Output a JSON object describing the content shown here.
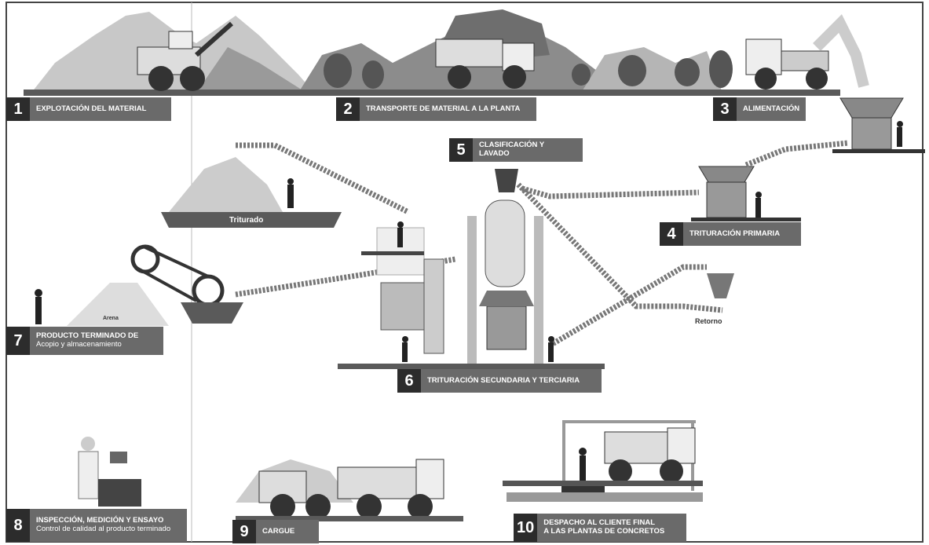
{
  "steps": [
    {
      "num": "1",
      "title": "EXPLOTACIÓN DEL MATERIAL",
      "sub": ""
    },
    {
      "num": "2",
      "title": "TRANSPORTE DE MATERIAL A LA PLANTA",
      "sub": ""
    },
    {
      "num": "3",
      "title": "ALIMENTACIÓN",
      "sub": ""
    },
    {
      "num": "4",
      "title": "TRITURACIÓN PRIMARIA",
      "sub": ""
    },
    {
      "num": "5",
      "title": "CLASIFICACIÓN Y LAVADO",
      "sub": ""
    },
    {
      "num": "6",
      "title": "TRITURACIÓN SECUNDARIA Y TERCIARIA",
      "sub": ""
    },
    {
      "num": "7",
      "title": "PRODUCTO TERMINADO DE",
      "sub": "Acopio y almacenamiento"
    },
    {
      "num": "8",
      "title": "INSPECCIÓN, MEDICIÓN Y ENSAYO",
      "sub": "Control de calidad al producto terminado"
    },
    {
      "num": "9",
      "title": "CARGUE",
      "sub": ""
    },
    {
      "num": "10",
      "title": "DESPACHO AL CLIENTE FINAL",
      "sub": "A LAS PLANTAS DE CONCRETOS"
    }
  ],
  "labels": {
    "triturado": "Triturado",
    "arena": "Arena",
    "retorno": "Retorno"
  }
}
